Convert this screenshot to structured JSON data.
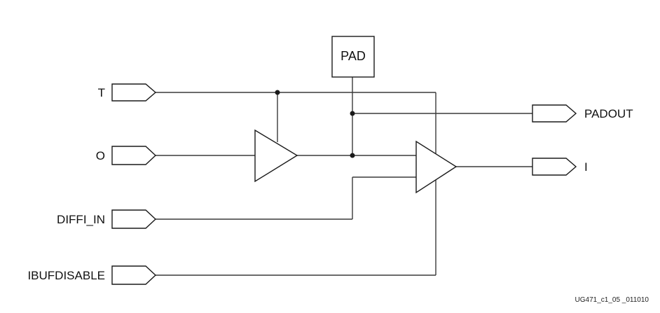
{
  "diagram": {
    "pad_label": "PAD",
    "inputs": {
      "t": "T",
      "o": "O",
      "diffi_in": "DIFFI_IN",
      "ibufdisable": "IBUFDISABLE"
    },
    "outputs": {
      "padout": "PADOUT",
      "i": "I"
    },
    "figure_id": "UG471_c1_05 _011010"
  }
}
